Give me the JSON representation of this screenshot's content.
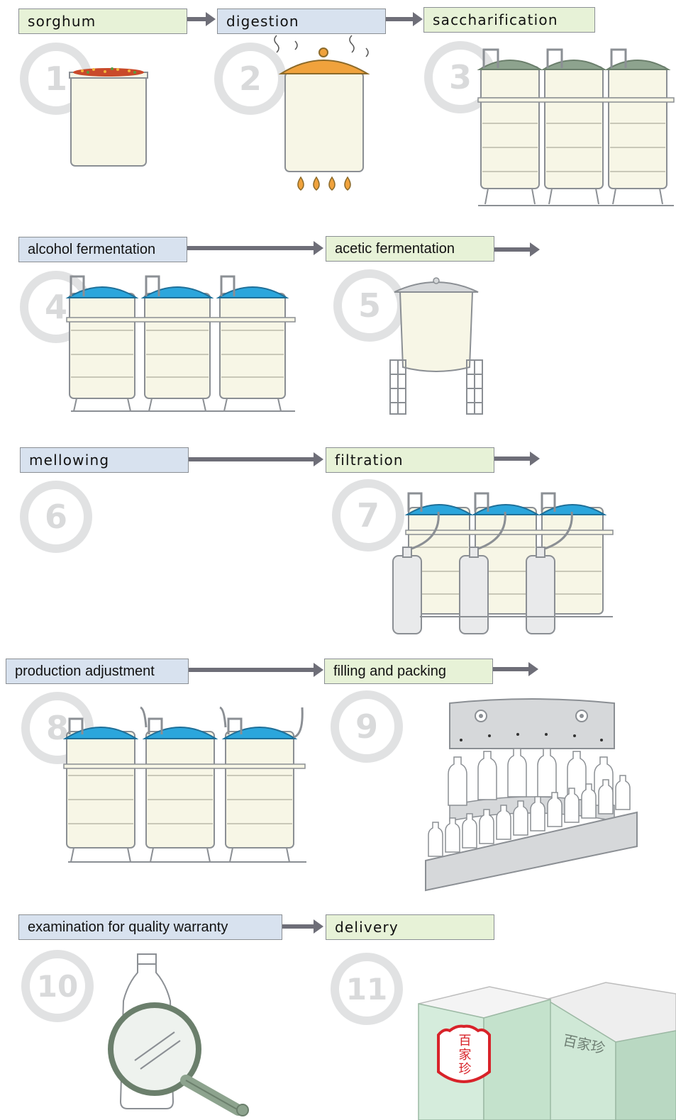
{
  "steps": [
    {
      "label": "sorghum",
      "number": "1"
    },
    {
      "label": "digestion",
      "number": "2"
    },
    {
      "label": "saccharification",
      "number": "3"
    },
    {
      "label": "alcohol fermentation",
      "number": "4"
    },
    {
      "label": "acetic fermentation",
      "number": "5"
    },
    {
      "label": "mellowing",
      "number": "6"
    },
    {
      "label": "filtration",
      "number": "7"
    },
    {
      "label": "production adjustment",
      "number": "8"
    },
    {
      "label": "filling and packing",
      "number": "9"
    },
    {
      "label": "examination for quality warranty",
      "number": "10"
    },
    {
      "label": "delivery",
      "number": "11"
    }
  ],
  "box": {
    "brand_seal": "百家珍",
    "side_text": "百家珍"
  },
  "colors": {
    "green_label": "#e7f2d7",
    "blue_label": "#d8e2ef",
    "arrow": "#6e6e78",
    "tank_body": "#f7f6e6",
    "lid_gray_green": "#8da38e",
    "lid_blue": "#2ba6dc",
    "lid_orange": "#f0a23c",
    "lid_gray": "#d6d8da",
    "box_green": "#cfe8d6",
    "seal_red": "#d8232a"
  }
}
